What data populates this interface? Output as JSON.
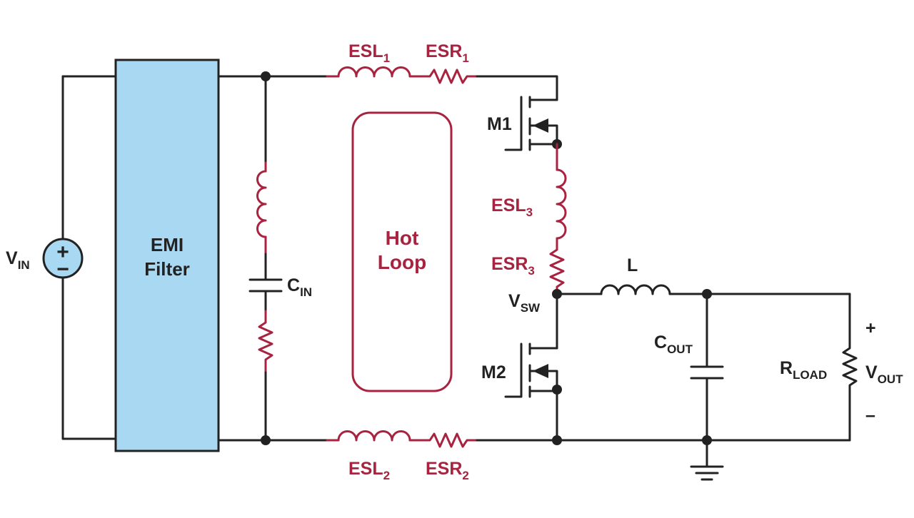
{
  "colors": {
    "wire": "#222222",
    "parasitic": "#a8233f",
    "filter_fill": "#a9d8f2",
    "background": "#ffffff"
  },
  "filter": {
    "line1": "EMI",
    "line2": "Filter"
  },
  "hot_loop": {
    "line1": "Hot",
    "line2": "Loop"
  },
  "source": {
    "label_main": "V",
    "label_sub": "IN",
    "plus": "+",
    "minus": "−"
  },
  "labels": {
    "esl1": {
      "main": "ESL",
      "sub": "1"
    },
    "esr1": {
      "main": "ESR",
      "sub": "1"
    },
    "esl2": {
      "main": "ESL",
      "sub": "2"
    },
    "esr2": {
      "main": "ESR",
      "sub": "2"
    },
    "esl3": {
      "main": "ESL",
      "sub": "3"
    },
    "esr3": {
      "main": "ESR",
      "sub": "3"
    },
    "cin": {
      "main": "C",
      "sub": "IN"
    },
    "cout": {
      "main": "C",
      "sub": "OUT"
    },
    "rload": {
      "main": "R",
      "sub": "LOAD"
    },
    "vout": {
      "main": "V",
      "sub": "OUT"
    },
    "vsw": {
      "main": "V",
      "sub": "SW"
    },
    "m1": "M1",
    "m2": "M2",
    "l": "L",
    "out_plus": "+",
    "out_minus": "–"
  }
}
